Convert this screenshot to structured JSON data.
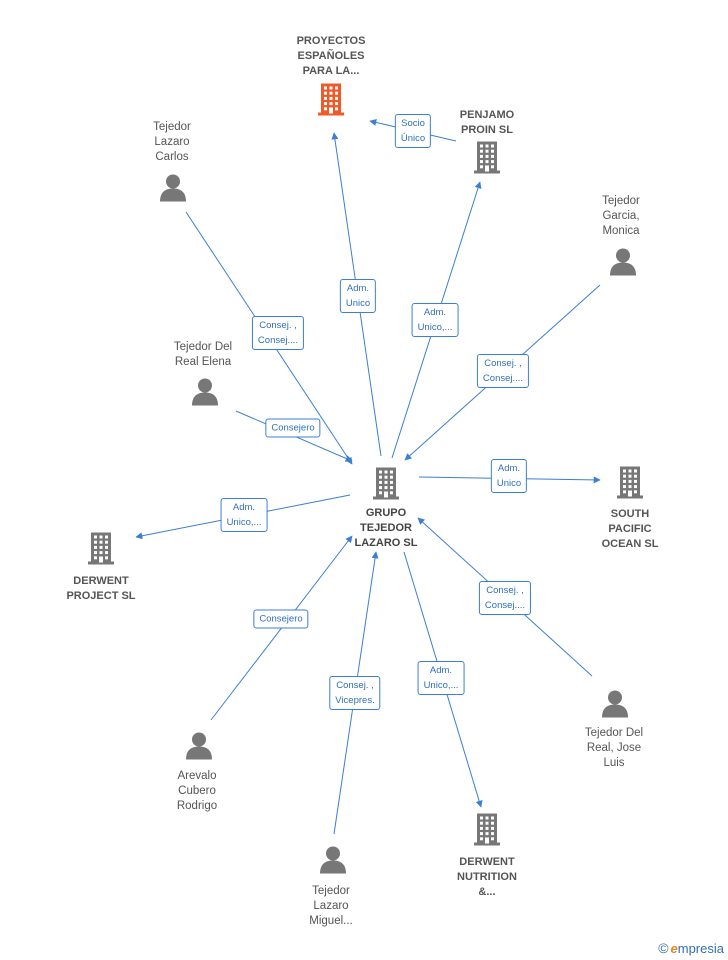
{
  "colors": {
    "edge": "#3b7fd0",
    "company_icon": "#777777",
    "highlight_icon": "#f05a28",
    "person_icon": "#777777"
  },
  "nodes": [
    {
      "id": "grupo",
      "type": "company",
      "label": "GRUPO\nTEJEDOR\nLAZARO  SL",
      "role": "main"
    },
    {
      "id": "proyectos",
      "type": "company",
      "label": "PROYECTOS\nESPAÑOLES\nPARA LA...",
      "role": "highlight"
    },
    {
      "id": "penjamo",
      "type": "company",
      "label": "PENJAMO\nPROIN  SL"
    },
    {
      "id": "south",
      "type": "company",
      "label": "SOUTH\nPACIFIC\nOCEAN SL"
    },
    {
      "id": "derwent_project",
      "type": "company",
      "label": "DERWENT\nPROJECT  SL"
    },
    {
      "id": "derwent_nutrition",
      "type": "company",
      "label": "DERWENT\nNUTRITION\n&..."
    },
    {
      "id": "tejedor_carlos",
      "type": "person",
      "label": "Tejedor\nLazaro\nCarlos"
    },
    {
      "id": "tejedor_monica",
      "type": "person",
      "label": "Tejedor\nGarcia,\nMonica"
    },
    {
      "id": "tejedor_elena",
      "type": "person",
      "label": "Tejedor Del\nReal Elena"
    },
    {
      "id": "tejedor_jose",
      "type": "person",
      "label": "Tejedor Del\nReal,  Jose\nLuis"
    },
    {
      "id": "arevalo",
      "type": "person",
      "label": "Arevalo\nCubero\nRodrigo"
    },
    {
      "id": "tejedor_miguel",
      "type": "person",
      "label": "Tejedor\nLazaro\nMiguel..."
    }
  ],
  "edges": [
    {
      "from": "grupo",
      "to": "proyectos",
      "label": "Adm.\nUnico"
    },
    {
      "from": "penjamo",
      "to": "proyectos",
      "label": "Socio\nÚnico"
    },
    {
      "from": "grupo",
      "to": "penjamo",
      "label": "Adm.\nUnico,..."
    },
    {
      "from": "tejedor_carlos",
      "to": "grupo",
      "label": "Consej. ,\nConsej...."
    },
    {
      "from": "tejedor_monica",
      "to": "grupo",
      "label": "Consej. ,\nConsej...."
    },
    {
      "from": "tejedor_elena",
      "to": "grupo",
      "label": "Consejero"
    },
    {
      "from": "grupo",
      "to": "south",
      "label": "Adm.\nUnico"
    },
    {
      "from": "grupo",
      "to": "derwent_project",
      "label": "Adm.\nUnico,..."
    },
    {
      "from": "tejedor_jose",
      "to": "grupo",
      "label": "Consej. ,\nConsej...."
    },
    {
      "from": "arevalo",
      "to": "grupo",
      "label": "Consejero"
    },
    {
      "from": "tejedor_miguel",
      "to": "grupo",
      "label": "Consej. ,\nVicepres."
    },
    {
      "from": "grupo",
      "to": "derwent_nutrition",
      "label": "Adm.\nUnico,..."
    }
  ],
  "watermark": {
    "copyright": "©",
    "brand_first": "e",
    "brand_rest": "mpresia"
  }
}
